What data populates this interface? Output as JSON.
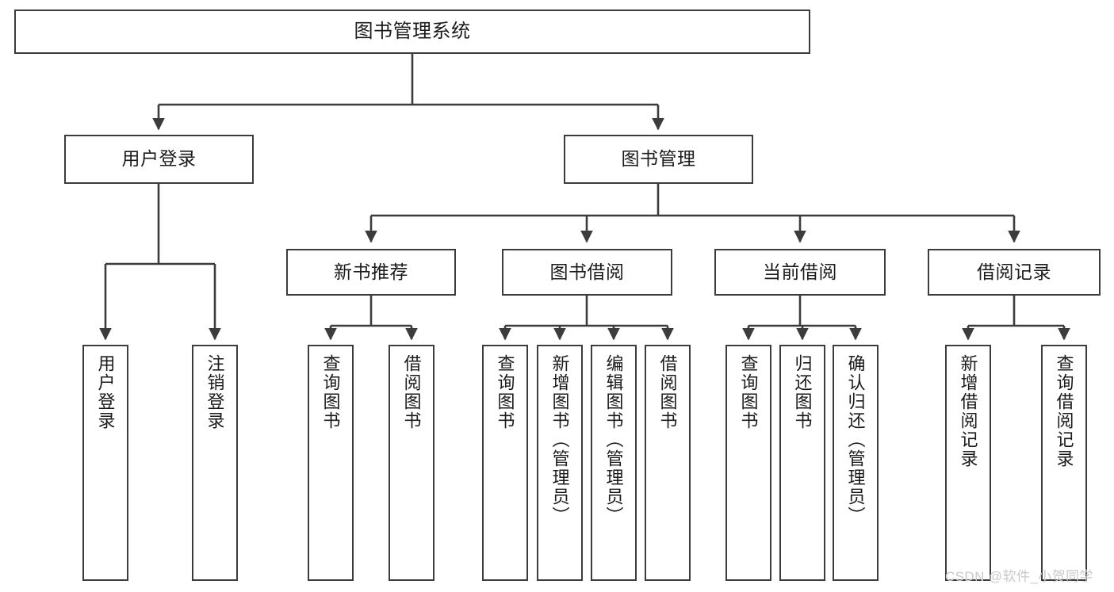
{
  "diagram": {
    "title": "图书管理系统",
    "type": "hierarchy-tree",
    "colors": {
      "background": "#ffffff",
      "node_fill": "#ffffff",
      "node_border": "#3c3c3c",
      "edge": "#3c3c3c",
      "text": "#1b1b1b",
      "watermark": "#c9c9c9"
    }
  },
  "watermark": {
    "text": "CSDN @软件_小贺同学"
  },
  "nodes": {
    "root": {
      "label": "图书管理系统"
    },
    "level1": [
      {
        "id": "user-login",
        "label": "用户登录"
      },
      {
        "id": "book-manage",
        "label": "图书管理"
      }
    ],
    "level2": [
      {
        "id": "new-book-recommend",
        "label": "新书推荐"
      },
      {
        "id": "book-borrow",
        "label": "图书借阅"
      },
      {
        "id": "current-borrow",
        "label": "当前借阅"
      },
      {
        "id": "borrow-record",
        "label": "借阅记录"
      }
    ],
    "leaves": {
      "user-login": [
        {
          "id": "leaf-user-login",
          "label": "用户登录"
        },
        {
          "id": "leaf-user-logout",
          "label": "注销登录"
        }
      ],
      "new-book-recommend": [
        {
          "id": "leaf-query-book-1",
          "label": "查询图书"
        },
        {
          "id": "leaf-borrow-book-1",
          "label": "借阅图书"
        }
      ],
      "book-borrow": [
        {
          "id": "leaf-query-book-2",
          "label": "查询图书"
        },
        {
          "id": "leaf-add-book",
          "label": "新增图书（管理员）"
        },
        {
          "id": "leaf-edit-book",
          "label": "编辑图书（管理员）"
        },
        {
          "id": "leaf-borrow-book-2",
          "label": "借阅图书"
        }
      ],
      "current-borrow": [
        {
          "id": "leaf-query-book-3",
          "label": "查询图书"
        },
        {
          "id": "leaf-return-book",
          "label": "归还图书"
        },
        {
          "id": "leaf-confirm-return",
          "label": "确认归还（管理员）"
        }
      ],
      "borrow-record": [
        {
          "id": "leaf-add-record",
          "label": "新增借阅记录"
        },
        {
          "id": "leaf-query-record",
          "label": "查询借阅记录"
        }
      ]
    }
  }
}
